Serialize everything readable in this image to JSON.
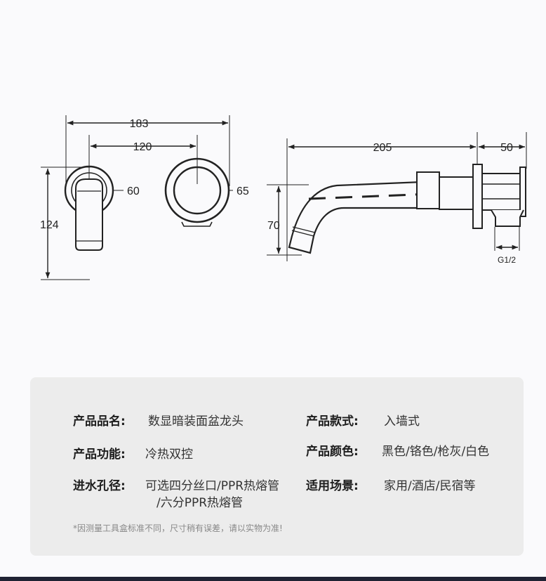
{
  "dimensions": {
    "front_total_width": "183",
    "front_center_spacing": "120",
    "spout_flange_diameter": "60",
    "handle_diameter": "65",
    "front_height": "124",
    "side_spout_length": "205",
    "side_body_depth": "50",
    "side_height": "70",
    "inlet_thread": "G1/2"
  },
  "specs": {
    "name": {
      "label": "产品品名:",
      "value": "数显暗装面盆龙头"
    },
    "style": {
      "label": "产品款式:",
      "value": "入墙式"
    },
    "function": {
      "label": "产品功能:",
      "value": "冷热双控"
    },
    "color": {
      "label": "产品颜色:",
      "value": "黑色/铬色/枪灰/白色"
    },
    "inlet": {
      "label": "进水孔径:",
      "value_line1": "可选四分丝口/PPR热熔管",
      "value_line2": "/六分PPR热熔管"
    },
    "scene": {
      "label": "适用场景:",
      "value": "家用/酒店/民宿等"
    },
    "note": "*因测量工具盒标准不同，尺寸稍有误差，请以实物为准!"
  },
  "colors": {
    "background": "#fafafc",
    "card": "#ececec",
    "line": "#222222",
    "bottom_bar": "#1f2233"
  }
}
